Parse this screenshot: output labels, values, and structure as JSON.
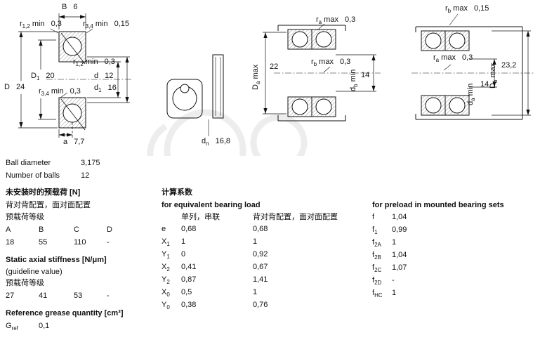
{
  "drawings": {
    "left": {
      "B": {
        "base": "B",
        "sub": "",
        "rest": "",
        "value": "6"
      },
      "r12_top": {
        "base": "r",
        "sub": "1,2",
        "rest": " min",
        "value": "0,3"
      },
      "r34_top": {
        "base": "r",
        "sub": "3,4",
        "rest": " min",
        "value": "0,15"
      },
      "r12_mid": {
        "base": "r",
        "sub": "1,2",
        "rest": " min",
        "value": "0,3"
      },
      "D1": {
        "base": "D",
        "sub": "1",
        "rest": "",
        "value": "20"
      },
      "d": {
        "base": "d",
        "sub": "",
        "rest": "",
        "value": "12"
      },
      "d1": {
        "base": "d",
        "sub": "1",
        "rest": "",
        "value": "16"
      },
      "D": {
        "base": "D",
        "sub": "",
        "rest": "",
        "value": "24"
      },
      "r34_bot": {
        "base": "r",
        "sub": "3,4",
        "rest": " min",
        "value": "0,3"
      },
      "a": {
        "base": "a",
        "sub": "",
        "rest": "",
        "value": "7,7"
      }
    },
    "middle": {
      "dn": {
        "base": "d",
        "sub": "n",
        "rest": "",
        "value": "16,8"
      }
    },
    "right1": {
      "ra": {
        "base": "r",
        "sub": "a",
        "rest": " max",
        "value": "0,3"
      },
      "Da": {
        "base": "D",
        "sub": "a",
        "rest": " max",
        "value": "22"
      },
      "rb": {
        "base": "r",
        "sub": "b",
        "rest": " max",
        "value": "0,3"
      },
      "db": {
        "base": "d",
        "sub": "b",
        "rest": " min",
        "value": "14"
      }
    },
    "right2": {
      "rb": {
        "base": "r",
        "sub": "b",
        "rest": " max",
        "value": "0,15"
      },
      "ra": {
        "base": "r",
        "sub": "a",
        "rest": " max",
        "value": "0,3"
      },
      "Db": {
        "base": "D",
        "sub": "b",
        "rest": " max",
        "value": "23,2"
      },
      "da": {
        "base": "d",
        "sub": "a",
        "rest": " min",
        "value": "14"
      }
    }
  },
  "specs": {
    "ball_diameter_label": "Ball diameter",
    "ball_diameter_value": "3,175",
    "number_of_balls_label": "Number of balls",
    "number_of_balls_value": "12"
  },
  "preload_unmounted": {
    "title": "未安装时的预载荷 [N]",
    "subtitle": "背对背配置，面对面配置",
    "class_label": "预载荷等级",
    "headers": [
      "A",
      "B",
      "C",
      "D"
    ],
    "values": [
      "18",
      "55",
      "110",
      "-"
    ]
  },
  "stiffness": {
    "title": "Static axial stiffness [N/μm]",
    "subtitle": "(guideline value)",
    "class_label": "预载荷等级",
    "values": [
      "27",
      "41",
      "53",
      "-"
    ]
  },
  "grease": {
    "title": "Reference grease quantity [cm³]",
    "label_base": "G",
    "label_sub": "ref",
    "value": "0,1"
  },
  "calc": {
    "title": "计算系数",
    "subtitle": "for equivalent bearing load",
    "col1_header": "单列，串联",
    "col2_header": "背对背配置，面对面配置",
    "rows": [
      {
        "base": "e",
        "sub": "",
        "v1": "0,68",
        "v2": "0,68"
      },
      {
        "base": "X",
        "sub": "1",
        "v1": "1",
        "v2": "1"
      },
      {
        "base": "Y",
        "sub": "1",
        "v1": "0",
        "v2": "0,92"
      },
      {
        "base": "X",
        "sub": "2",
        "v1": "0,41",
        "v2": "0,67"
      },
      {
        "base": "Y",
        "sub": "2",
        "v1": "0,87",
        "v2": "1,41"
      },
      {
        "base": "X",
        "sub": "0",
        "v1": "0,5",
        "v2": "1"
      },
      {
        "base": "Y",
        "sub": "0",
        "v1": "0,38",
        "v2": "0,76"
      }
    ]
  },
  "preload_mounted": {
    "title": "for preload in mounted bearing sets",
    "rows": [
      {
        "base": "f",
        "sub": "",
        "value": "1,04"
      },
      {
        "base": "f",
        "sub": "1",
        "value": "0,99"
      },
      {
        "base": "f",
        "sub": "2A",
        "value": "1"
      },
      {
        "base": "f",
        "sub": "2B",
        "value": "1,04"
      },
      {
        "base": "f",
        "sub": "2C",
        "value": "1,07"
      },
      {
        "base": "f",
        "sub": "2D",
        "value": "-"
      },
      {
        "base": "f",
        "sub": "HC",
        "value": "1"
      }
    ]
  }
}
